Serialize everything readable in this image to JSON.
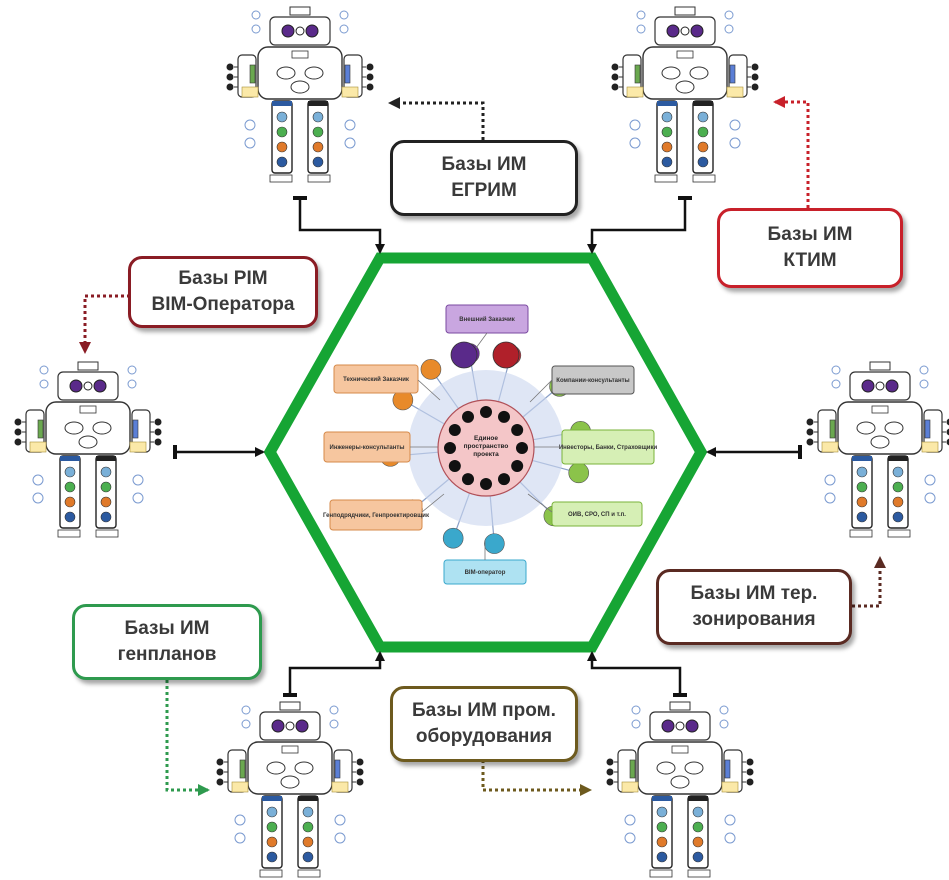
{
  "colors": {
    "hexagon": "#16a534",
    "egrim": "#222222",
    "ktim": "#c8202a",
    "pim": "#8a1c24",
    "genplan": "#2e9a4e",
    "prom": "#6d5a1e",
    "ter": "#5a2a22"
  },
  "callouts": {
    "egrim": {
      "line1": "Базы ИМ",
      "line2": "ЕГРИМ"
    },
    "ktim": {
      "line1": "Базы ИМ",
      "line2": "КТИМ"
    },
    "pim": {
      "line1": "Базы PIM",
      "line2": "BIM-Оператора"
    },
    "genplan": {
      "line1": "Базы ИМ",
      "line2": "генпланов"
    },
    "prom": {
      "line1": "Базы ИМ пром.",
      "line2": "оборудования"
    },
    "ter": {
      "line1": "Базы ИМ тер.",
      "line2": "зонирования"
    }
  },
  "hub": {
    "center": "Единое пространство проекта",
    "nodes": [
      {
        "label": "Внешний Заказчик",
        "color": "#c9a6e0",
        "border": "#7a4aa0"
      },
      {
        "label": "Технический Заказчик",
        "color": "#f6c69f",
        "border": "#d68a4a"
      },
      {
        "label": "Инженеры-консультанты",
        "color": "#f6c69f",
        "border": "#d68a4a"
      },
      {
        "label": "Генподрядчики, Генпроектировщик",
        "color": "#f6c69f",
        "border": "#d68a4a"
      },
      {
        "label": "BIM-оператор",
        "color": "#aee2f2",
        "border": "#3aa8cc"
      },
      {
        "label": "Компании-консультанты",
        "color": "#c8c8c8",
        "border": "#555555"
      },
      {
        "label": "Инвесторы, Банки, Страховщики",
        "color": "#d6efb5",
        "border": "#79b33a"
      },
      {
        "label": "ОИВ, СРО, СП и т.п.",
        "color": "#d6efb5",
        "border": "#79b33a"
      }
    ]
  }
}
